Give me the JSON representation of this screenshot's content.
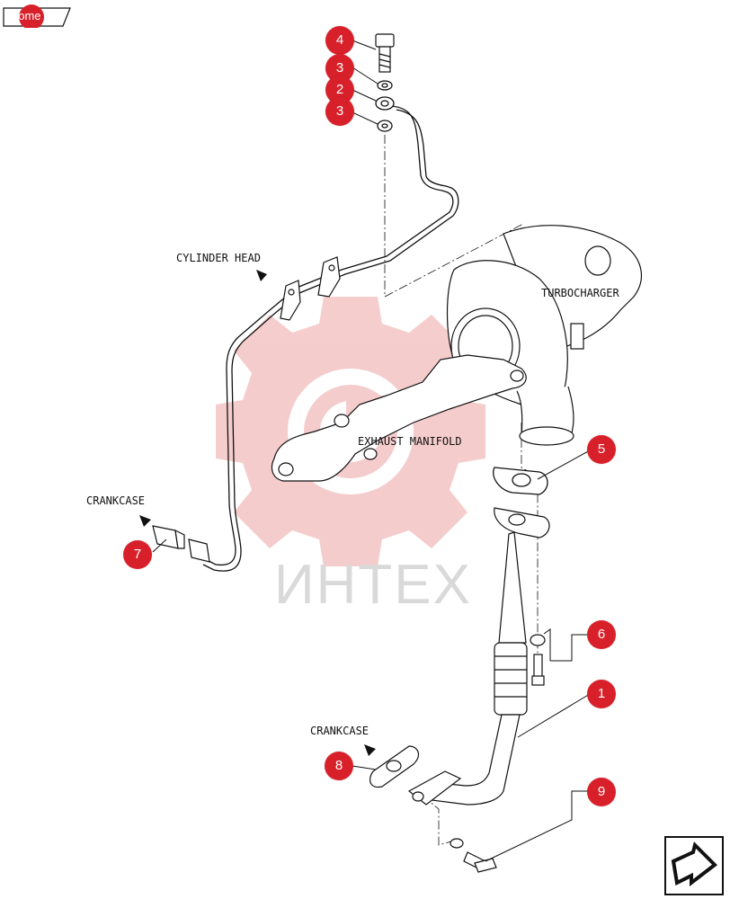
{
  "home": {
    "label": "home"
  },
  "watermark": {
    "text": "ИНТЕХ"
  },
  "labels": {
    "cylinder_head": "CYLINDER HEAD",
    "turbocharger": "TURBOCHARGER",
    "exhaust_manifold": "EXHAUST MANIFOLD",
    "crankcase_top": "CRANKCASE",
    "crankcase_bottom": "CRANKCASE"
  },
  "callouts": [
    "1",
    "2",
    "3",
    "3",
    "4",
    "5",
    "6",
    "7",
    "8",
    "9"
  ],
  "colors": {
    "accent": "#d8202a",
    "line": "#111111",
    "watermark": "#f2c6c6"
  },
  "icons": {
    "home": "home-icon",
    "next": "next-page-arrow-icon"
  }
}
